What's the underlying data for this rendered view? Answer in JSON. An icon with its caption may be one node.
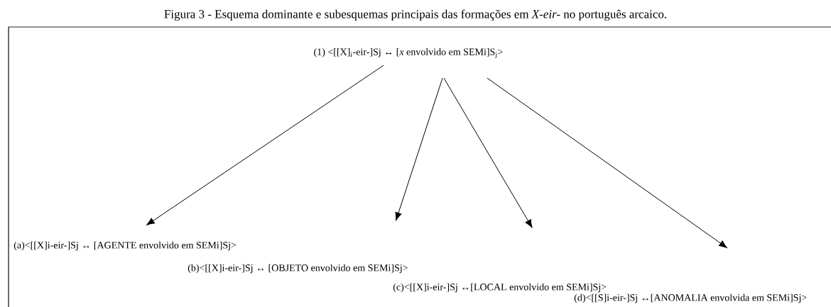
{
  "diagram": {
    "title": "Figura 3 - Esquema dominante e subesquemas principais das formações em *X-eir-* no português arcaico.",
    "nodes": [
      {
        "text": [
          "(1)  <[[X]$_{i}$-eir-]Sj ↔ [*x* envolvido em SEMi]S$_{j}$>"
        ]
      },
      {
        "text": [
          "(a)<[[X]i-eir-]Sj ↔ [AGENTE envolvido em SEMi]Sj>"
        ]
      },
      {
        "text": [
          "(b)<[[X]i-eir-]Sj ↔ [OBJETO envolvido em SEMi]Sj>"
        ]
      },
      {
        "text": [
          "(c)<[[X]i-eir-]Sj ↔[LOCAL envolvido em SEMi]Sj>"
        ]
      },
      {
        "text": [
          "(d)<[[S]i-eir-]Sj ↔[ANOMALIA envolvida em SEMi]Sj>"
        ]
      }
    ],
    "edges": [
      {
        "from": 0,
        "to": 1,
        "arrow": "to"
      },
      {
        "from": 0,
        "to": 2,
        "arrow": "to"
      },
      {
        "from": 0,
        "to": 3,
        "arrow": "to"
      },
      {
        "from": 0,
        "to": 4,
        "arrow": "to"
      }
    ]
  }
}
